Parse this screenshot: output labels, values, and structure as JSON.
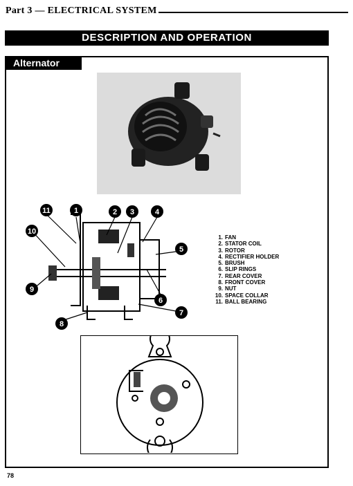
{
  "header": {
    "part_title": "Part 3 — ELECTRICAL SYSTEM"
  },
  "section_title": "DESCRIPTION AND OPERATION",
  "subsection_title": "Alternator",
  "figure_labels": {
    "callouts": [
      "1",
      "2",
      "3",
      "4",
      "5",
      "6",
      "7",
      "8",
      "9",
      "10",
      "11"
    ]
  },
  "legend": [
    {
      "num": "1.",
      "label": "FAN"
    },
    {
      "num": "2.",
      "label": "STATOR COIL"
    },
    {
      "num": "3.",
      "label": "ROTOR"
    },
    {
      "num": "4.",
      "label": "RECTIFIER HOLDER"
    },
    {
      "num": "5.",
      "label": "BRUSH"
    },
    {
      "num": "6.",
      "label": "SLIP RINGS"
    },
    {
      "num": "7.",
      "label": "REAR COVER"
    },
    {
      "num": "8.",
      "label": "FRONT COVER"
    },
    {
      "num": "9.",
      "label": "NUT"
    },
    {
      "num": "10.",
      "label": "SPACE COLLAR"
    },
    {
      "num": "11.",
      "label": "BALL BEARING"
    }
  ],
  "footer": {
    "page_number": "78"
  }
}
